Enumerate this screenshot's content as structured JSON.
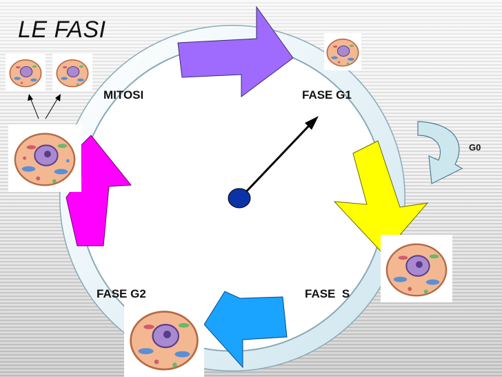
{
  "title": "LE FASI",
  "phases": {
    "g1": "FASE G1",
    "s": "FASE  S",
    "g2": "FASE G2",
    "mitosi": "MITOSI",
    "g0": "G0"
  },
  "colors": {
    "ring": "#e4f2f7",
    "arrow_g1": "#9f6bff",
    "arrow_s": "#ffff00",
    "arrow_g2": "#1aa3ff",
    "arrow_mitosi": "#ff00ff",
    "hub": "#0b33a8",
    "g0_arrow": "#cde7ef"
  },
  "icons": [
    "cell-icon",
    "clock-hand-icon",
    "loop-arrow-icon"
  ]
}
